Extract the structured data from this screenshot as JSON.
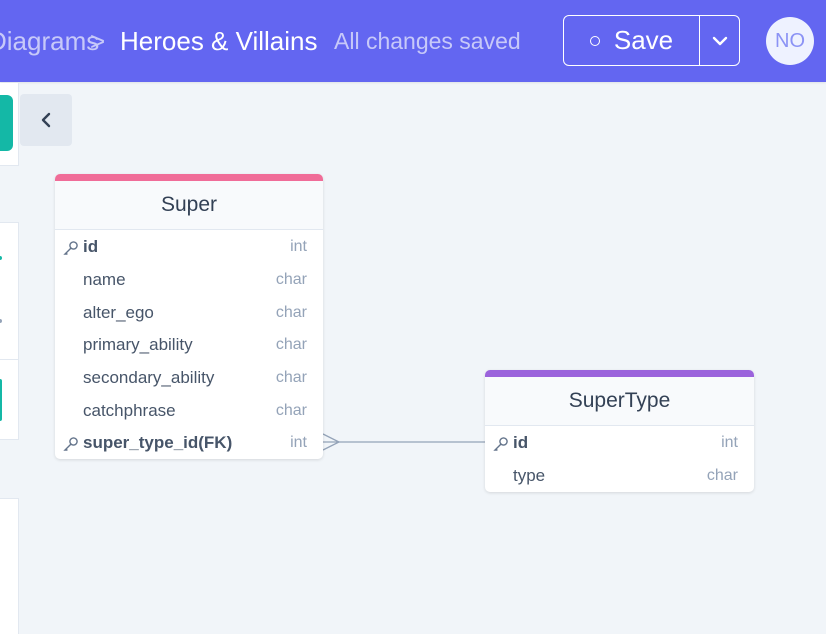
{
  "header": {
    "breadcrumb_parent": "Diagrams",
    "breadcrumb_separator": ">",
    "diagram_title": "Heroes & Villains",
    "save_status": "All changes saved",
    "save_label": "Save",
    "avatar_initials": "NO"
  },
  "icons": {
    "collapse": "chevron-left-icon",
    "save_dropdown": "chevron-down-icon",
    "save_indicator": "circle-icon",
    "primary_key": "key-icon"
  },
  "colors": {
    "header_bg": "#6366f1",
    "super_accent": "#f06c98",
    "supertype_accent": "#9b63dc",
    "teal": "#14b8a6"
  },
  "tables": {
    "super": {
      "name": "Super",
      "fields": [
        {
          "name": "id",
          "type": "int",
          "key": true
        },
        {
          "name": "name",
          "type": "char",
          "key": false
        },
        {
          "name": "alter_ego",
          "type": "char",
          "key": false
        },
        {
          "name": "primary_ability",
          "type": "char",
          "key": false
        },
        {
          "name": "secondary_ability",
          "type": "char",
          "key": false
        },
        {
          "name": "catchphrase",
          "type": "char",
          "key": false
        },
        {
          "name": "super_type_id(FK)",
          "type": "int",
          "key": true
        }
      ]
    },
    "supertype": {
      "name": "SuperType",
      "fields": [
        {
          "name": "id",
          "type": "int",
          "key": true
        },
        {
          "name": "type",
          "type": "char",
          "key": false
        }
      ]
    }
  }
}
